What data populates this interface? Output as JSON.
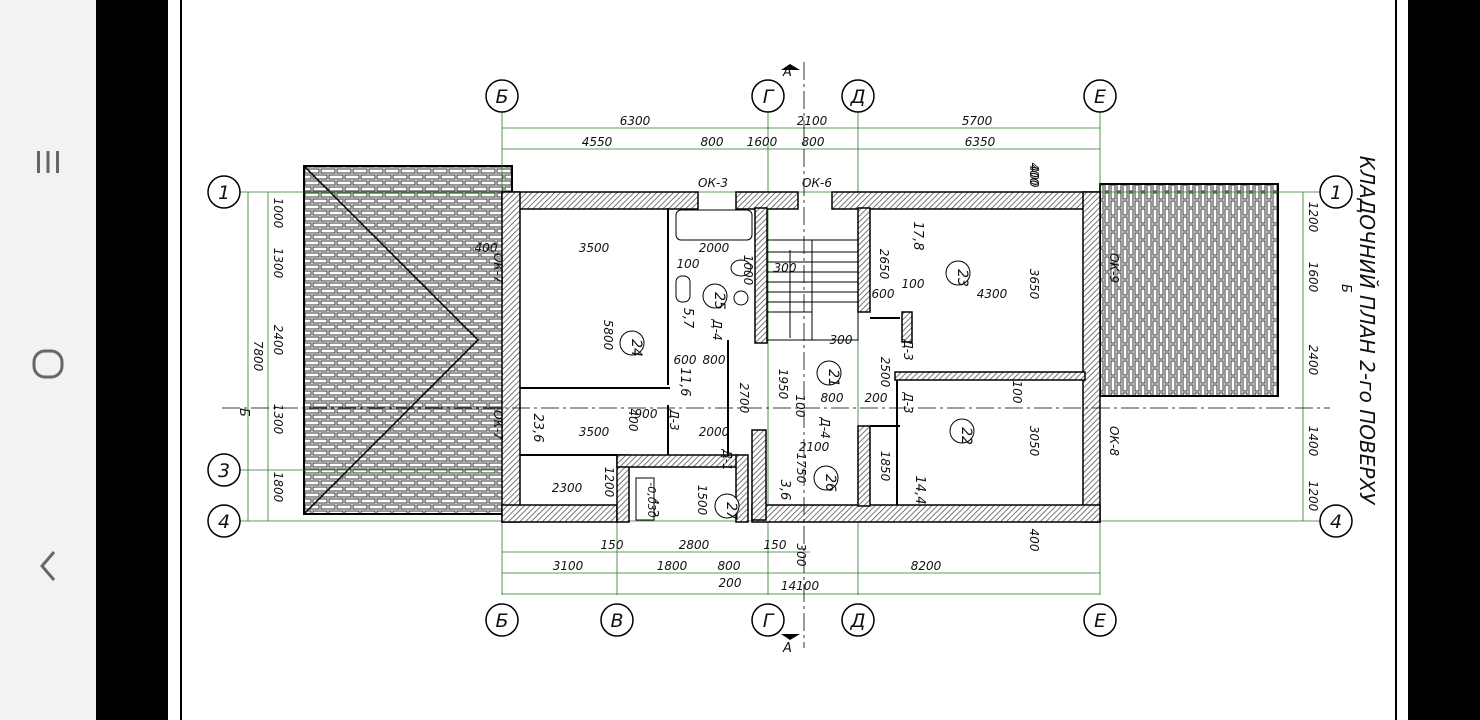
{
  "nav": {
    "buttons": [
      {
        "name": "recent-apps-button",
        "icon": "recent-apps-icon"
      },
      {
        "name": "home-button",
        "icon": "home-icon"
      },
      {
        "name": "back-button",
        "icon": "back-icon"
      }
    ]
  },
  "drawing": {
    "title": "КЛАДОЧНИЙ ПЛАН 2-го ПОВЕРХУ",
    "axes": {
      "top": [
        "Б",
        "Г",
        "Д",
        "Е"
      ],
      "bottom": [
        "Б",
        "В",
        "Г",
        "Д",
        "Е"
      ],
      "left": [
        "1",
        "3",
        "4"
      ],
      "right": [
        "1",
        "4"
      ]
    },
    "section_marks": {
      "vertical": "А",
      "horizontal": "Б"
    },
    "dimensions": {
      "top_row1": [
        "6300",
        "2100",
        "5700"
      ],
      "top_row2": [
        "4550",
        "800",
        "1600",
        "800",
        "6350"
      ],
      "bottom_row1": [
        "150",
        "2800",
        "150",
        "300"
      ],
      "bottom_row2": [
        "3100",
        "1800",
        "800",
        "8200"
      ],
      "bottom_row3": [
        "200"
      ],
      "bottom_total": "14100",
      "left_chain": [
        "1000",
        "1300",
        "2400",
        "1300",
        "1800"
      ],
      "left_total": "7800",
      "right_chain": [
        "1200",
        "1600",
        "2400",
        "1400",
        "1200"
      ],
      "wall_400": "400",
      "interior": {
        "d3500a": "3500",
        "d3500b": "3500",
        "d2000a": "2000",
        "d2000b": "2000",
        "d5800": "5800",
        "d400": "400",
        "d100a": "100",
        "d600": "600",
        "d800a": "800",
        "d300a": "300",
        "d2650": "2650",
        "d600b": "600",
        "d100b": "100",
        "d4300": "4300",
        "d3650": "3650",
        "d300b": "300",
        "d2500": "2500",
        "d1950": "1950",
        "d2700": "2700",
        "d100c": "100",
        "d800b": "800",
        "d200": "200",
        "d2100": "2100",
        "d1750": "1750",
        "d1850": "1850",
        "d3050": "3050",
        "d100d": "100",
        "d900": "900",
        "d400b": "400",
        "d2300": "2300",
        "d1200": "1200",
        "d1500": "1500",
        "d1000": "1000",
        "d400c": "400"
      }
    },
    "rooms": [
      {
        "num": "24",
        "area": "23,6"
      },
      {
        "num": "25",
        "area": "5,7"
      },
      {
        "num": "23",
        "area": "17,8"
      },
      {
        "num": "21",
        "area": "11,6"
      },
      {
        "num": "22",
        "area": "14,4"
      },
      {
        "num": "26",
        "area": "3,6"
      },
      {
        "num": "27",
        "area": "4,3"
      }
    ],
    "openings": {
      "ok3": "ОК-3",
      "ok6": "ОК-6",
      "ok7a": "ОК-7",
      "ok7b": "ОК-7",
      "ok9": "ОК-9",
      "ok8": "ОК-8",
      "d4a": "Д-4",
      "d3a": "Д-3",
      "d3b": "Д-3",
      "d3c": "Д-3",
      "d4b": "Д-4",
      "d1": "Д-1"
    },
    "level_mark": "-0,030"
  }
}
